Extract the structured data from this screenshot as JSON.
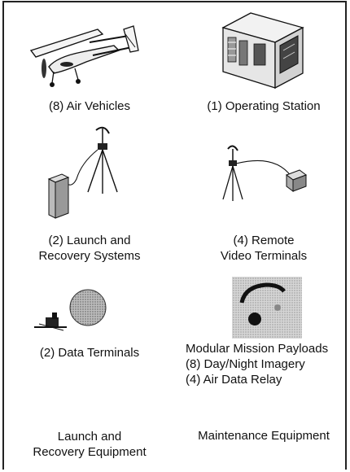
{
  "items": [
    {
      "lines": [
        "(8) Air Vehicles"
      ]
    },
    {
      "lines": [
        "(1) Operating Station"
      ]
    },
    {
      "lines": [
        "(2) Launch and",
        "Recovery Systems"
      ]
    },
    {
      "lines": [
        "(4) Remote",
        "Video Terminals"
      ]
    },
    {
      "lines": [
        "(2) Data Terminals"
      ]
    },
    {
      "lines": [
        "Modular Mission Payloads",
        "(8) Day/Night Imagery",
        "(4) Air Data Relay"
      ]
    },
    {
      "lines": [
        "Launch and",
        "Recovery Equipment"
      ]
    },
    {
      "lines": [
        "Maintenance Equipment"
      ]
    }
  ]
}
